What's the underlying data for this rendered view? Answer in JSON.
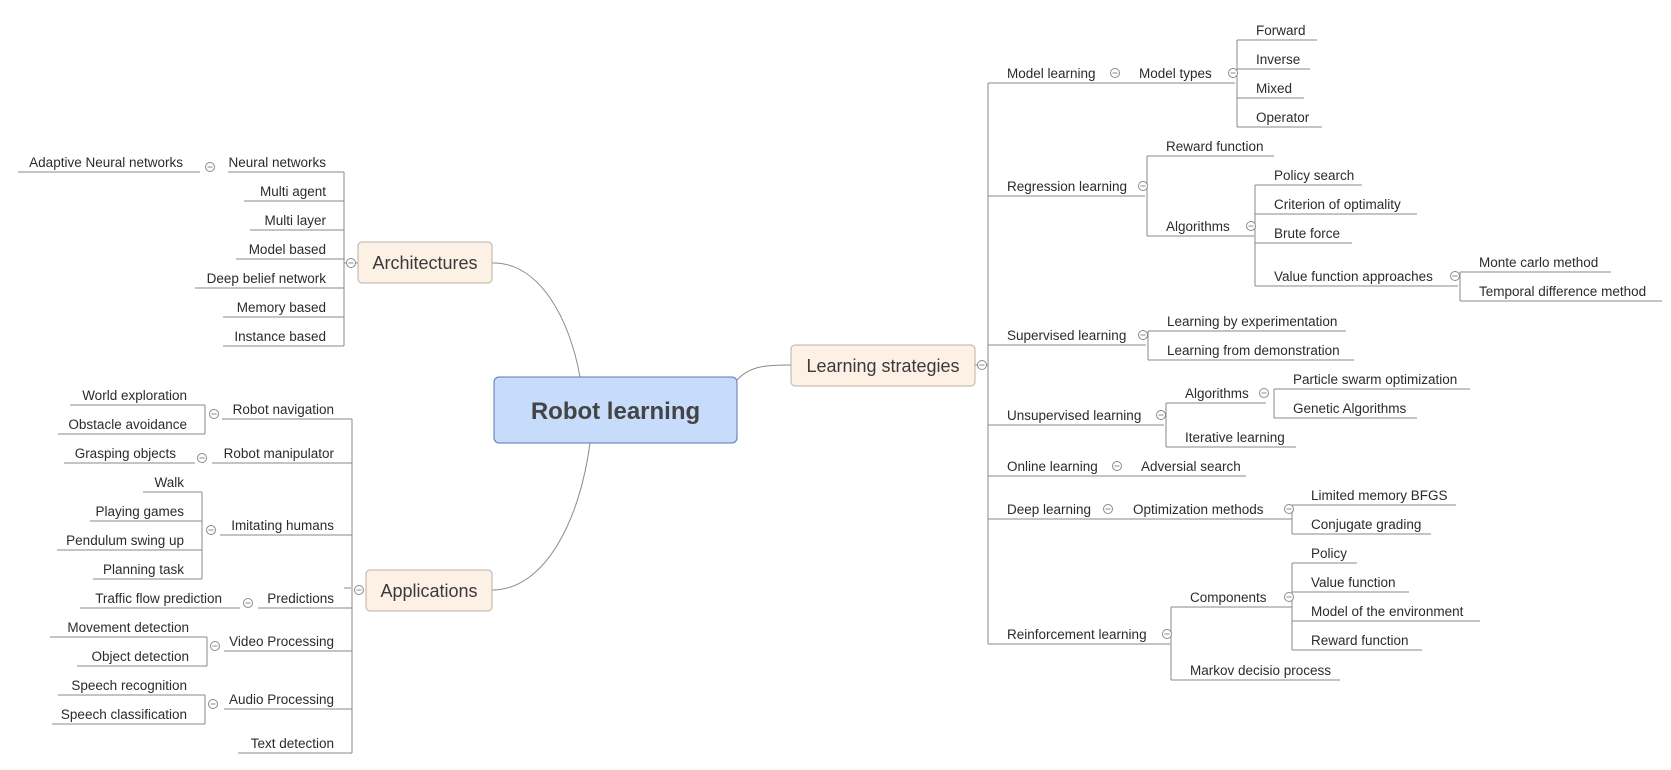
{
  "mindmap": {
    "root": "Robot learning",
    "branches": {
      "architectures": {
        "label": "Architectures",
        "children": [
          {
            "label": "Neural networks",
            "children": [
              {
                "label": "Adaptive Neural networks"
              }
            ]
          },
          {
            "label": "Multi agent"
          },
          {
            "label": "Multi layer"
          },
          {
            "label": "Model based"
          },
          {
            "label": "Deep belief network"
          },
          {
            "label": "Memory based"
          },
          {
            "label": "Instance based"
          }
        ]
      },
      "applications": {
        "label": "Applications",
        "children": [
          {
            "label": "Robot navigation",
            "children": [
              {
                "label": "World exploration"
              },
              {
                "label": "Obstacle avoidance"
              }
            ]
          },
          {
            "label": "Robot manipulator",
            "children": [
              {
                "label": "Grasping objects"
              }
            ]
          },
          {
            "label": "Imitating humans",
            "children": [
              {
                "label": "Walk"
              },
              {
                "label": "Playing games"
              },
              {
                "label": "Pendulum swing up"
              },
              {
                "label": "Planning task"
              }
            ]
          },
          {
            "label": "Predictions",
            "children": [
              {
                "label": "Traffic flow prediction"
              }
            ]
          },
          {
            "label": "Video Processing",
            "children": [
              {
                "label": "Movement detection"
              },
              {
                "label": "Object detection"
              }
            ]
          },
          {
            "label": "Audio Processing",
            "children": [
              {
                "label": "Speech recognition"
              },
              {
                "label": "Speech classification"
              }
            ]
          },
          {
            "label": "Text detection"
          }
        ]
      },
      "learning_strategies": {
        "label": "Learning strategies",
        "children": [
          {
            "label": "Model learning",
            "children": [
              {
                "label": "Model types",
                "children": [
                  {
                    "label": "Forward"
                  },
                  {
                    "label": "Inverse"
                  },
                  {
                    "label": "Mixed"
                  },
                  {
                    "label": "Operator"
                  }
                ]
              }
            ]
          },
          {
            "label": "Regression learning",
            "children": [
              {
                "label": "Reward function"
              },
              {
                "label": "Algorithms",
                "children": [
                  {
                    "label": "Policy search"
                  },
                  {
                    "label": "Criterion of optimality"
                  },
                  {
                    "label": "Brute force"
                  },
                  {
                    "label": "Value function approaches",
                    "children": [
                      {
                        "label": "Monte carlo method"
                      },
                      {
                        "label": "Temporal difference method"
                      }
                    ]
                  }
                ]
              }
            ]
          },
          {
            "label": "Supervised learning",
            "children": [
              {
                "label": "Learning by experimentation"
              },
              {
                "label": "Learning from demonstration"
              }
            ]
          },
          {
            "label": "Unsupervised learning",
            "children": [
              {
                "label": "Algorithms",
                "children": [
                  {
                    "label": "Particle swarm optimization"
                  },
                  {
                    "label": "Genetic Algorithms"
                  }
                ]
              },
              {
                "label": "Iterative learning"
              }
            ]
          },
          {
            "label": "Online learning",
            "children": [
              {
                "label": "Adversial search"
              }
            ]
          },
          {
            "label": "Deep learning",
            "children": [
              {
                "label": "Optimization methods",
                "children": [
                  {
                    "label": "Limited memory BFGS"
                  },
                  {
                    "label": "Conjugate grading"
                  }
                ]
              }
            ]
          },
          {
            "label": "Reinforcement learning",
            "children": [
              {
                "label": "Components",
                "children": [
                  {
                    "label": "Policy"
                  },
                  {
                    "label": "Value function"
                  },
                  {
                    "label": "Model of the environment"
                  },
                  {
                    "label": "Reward function"
                  }
                ]
              },
              {
                "label": "Markov decisio process"
              }
            ]
          }
        ]
      }
    }
  }
}
